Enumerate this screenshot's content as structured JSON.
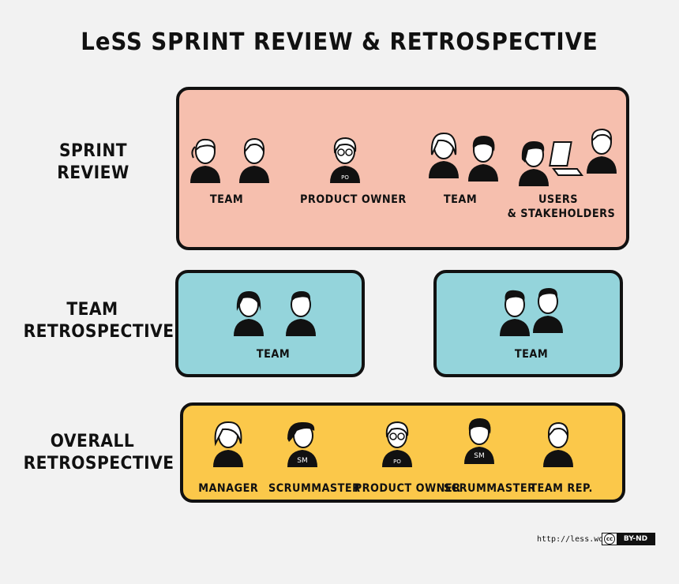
{
  "title": "LeSS SPRINT REVIEW & RETROSPECTIVE",
  "rows": {
    "sprint_review": {
      "label_line1": "SPRINT",
      "label_line2": "REVIEW",
      "groups": [
        {
          "label": "TEAM"
        },
        {
          "label": "PRODUCT OWNER"
        },
        {
          "label": "TEAM"
        },
        {
          "label_line1": "USERS",
          "label_line2": "& STAKEHOLDERS"
        }
      ]
    },
    "team_retrospective": {
      "label_line1": "TEAM",
      "label_line2": "RETROSPECTIVE",
      "groups": [
        {
          "label": "TEAM"
        },
        {
          "label": "TEAM"
        }
      ]
    },
    "overall_retrospective": {
      "label_line1": "OVERALL",
      "label_line2": "RETROSPECTIVE",
      "groups": [
        {
          "label": "MANAGER"
        },
        {
          "label": "SCRUMMASTER",
          "shirt": "SM"
        },
        {
          "label": "PRODUCT OWNER",
          "shirt": "PO"
        },
        {
          "label": "SCRUMMASTER",
          "shirt": "SM"
        },
        {
          "label": "TEAM REP."
        }
      ]
    }
  },
  "po_shirt": "PO",
  "colors": {
    "sprint_review": "#f6bfae",
    "team_retrospective": "#94d4db",
    "overall_retrospective": "#fbc84a",
    "background": "#f2f2f2"
  },
  "footer": {
    "url": "http://less.works",
    "cc": "cc",
    "license": "BY-ND"
  }
}
